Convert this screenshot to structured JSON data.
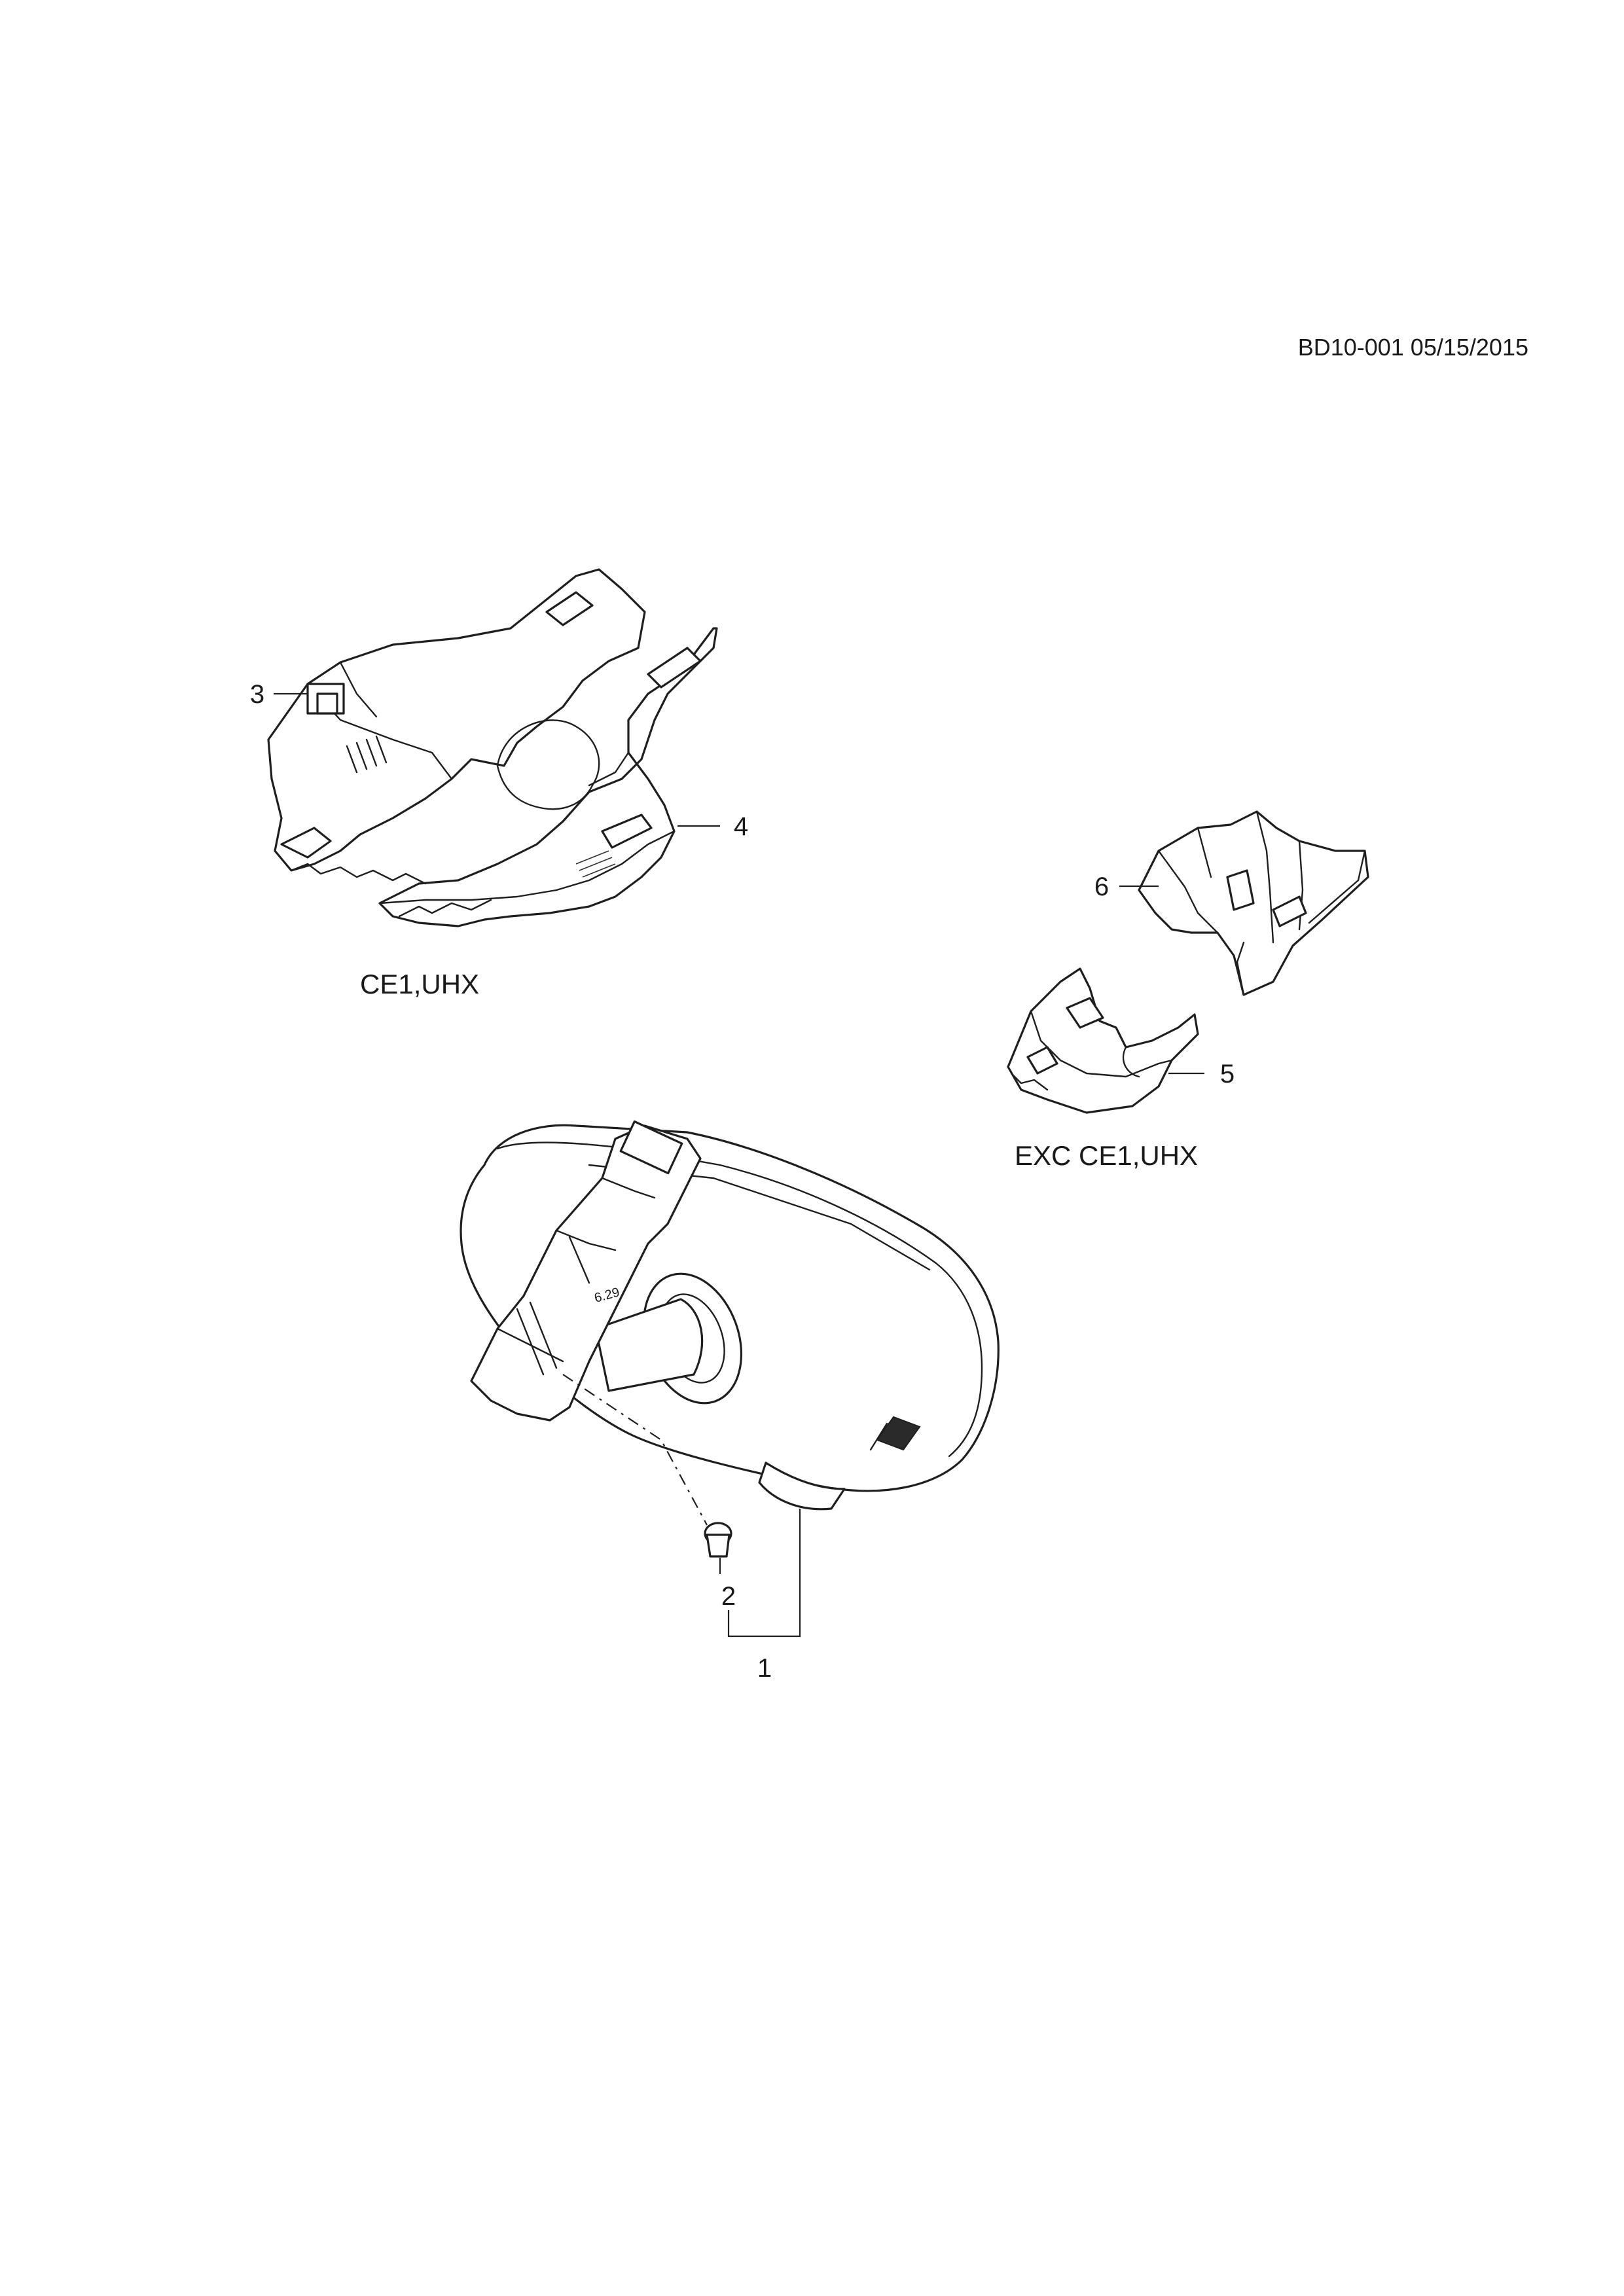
{
  "header": {
    "reference": "BD10-001 05/15/2015"
  },
  "callouts": [
    {
      "id": "1",
      "text": "1"
    },
    {
      "id": "2",
      "text": "2"
    },
    {
      "id": "3",
      "text": "3"
    },
    {
      "id": "4",
      "text": "4"
    },
    {
      "id": "5",
      "text": "5"
    },
    {
      "id": "6",
      "text": "6"
    }
  ],
  "notes": {
    "cover_large": "CE1,UHX",
    "cover_small": "EXC  CE1,UHX"
  },
  "mirror_marking": "6.29"
}
